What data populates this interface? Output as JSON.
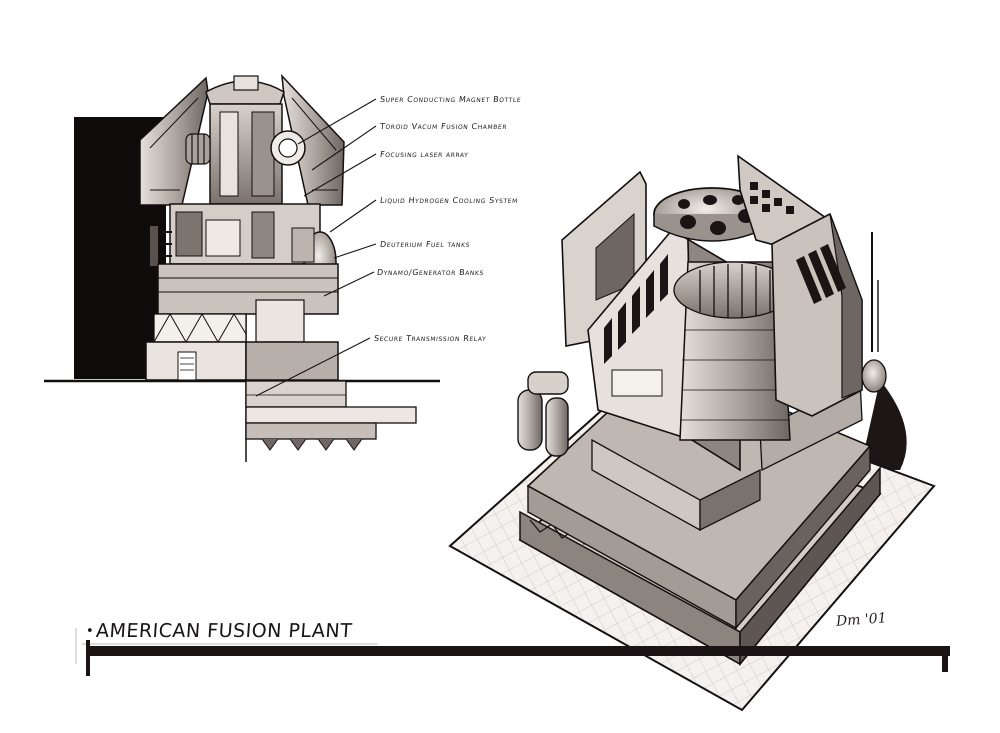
{
  "title": "AMERICAN FUSION PLANT",
  "signature": "Dm '01",
  "callouts": [
    "Super Conducting Magnet Bottle",
    "Toroid Vacum Fusion Chamber",
    "Focusing laser array",
    "Liquid Hydrogen Cooling System",
    "Deuterium Fuel tanks",
    "Dynamo/Generator Banks",
    "Secure Transmission Relay"
  ],
  "colors": {
    "ink": "#1a1414",
    "paper": "#ffffff",
    "mid_tone": "#8c8480",
    "light_tone": "#d8d2cc"
  }
}
